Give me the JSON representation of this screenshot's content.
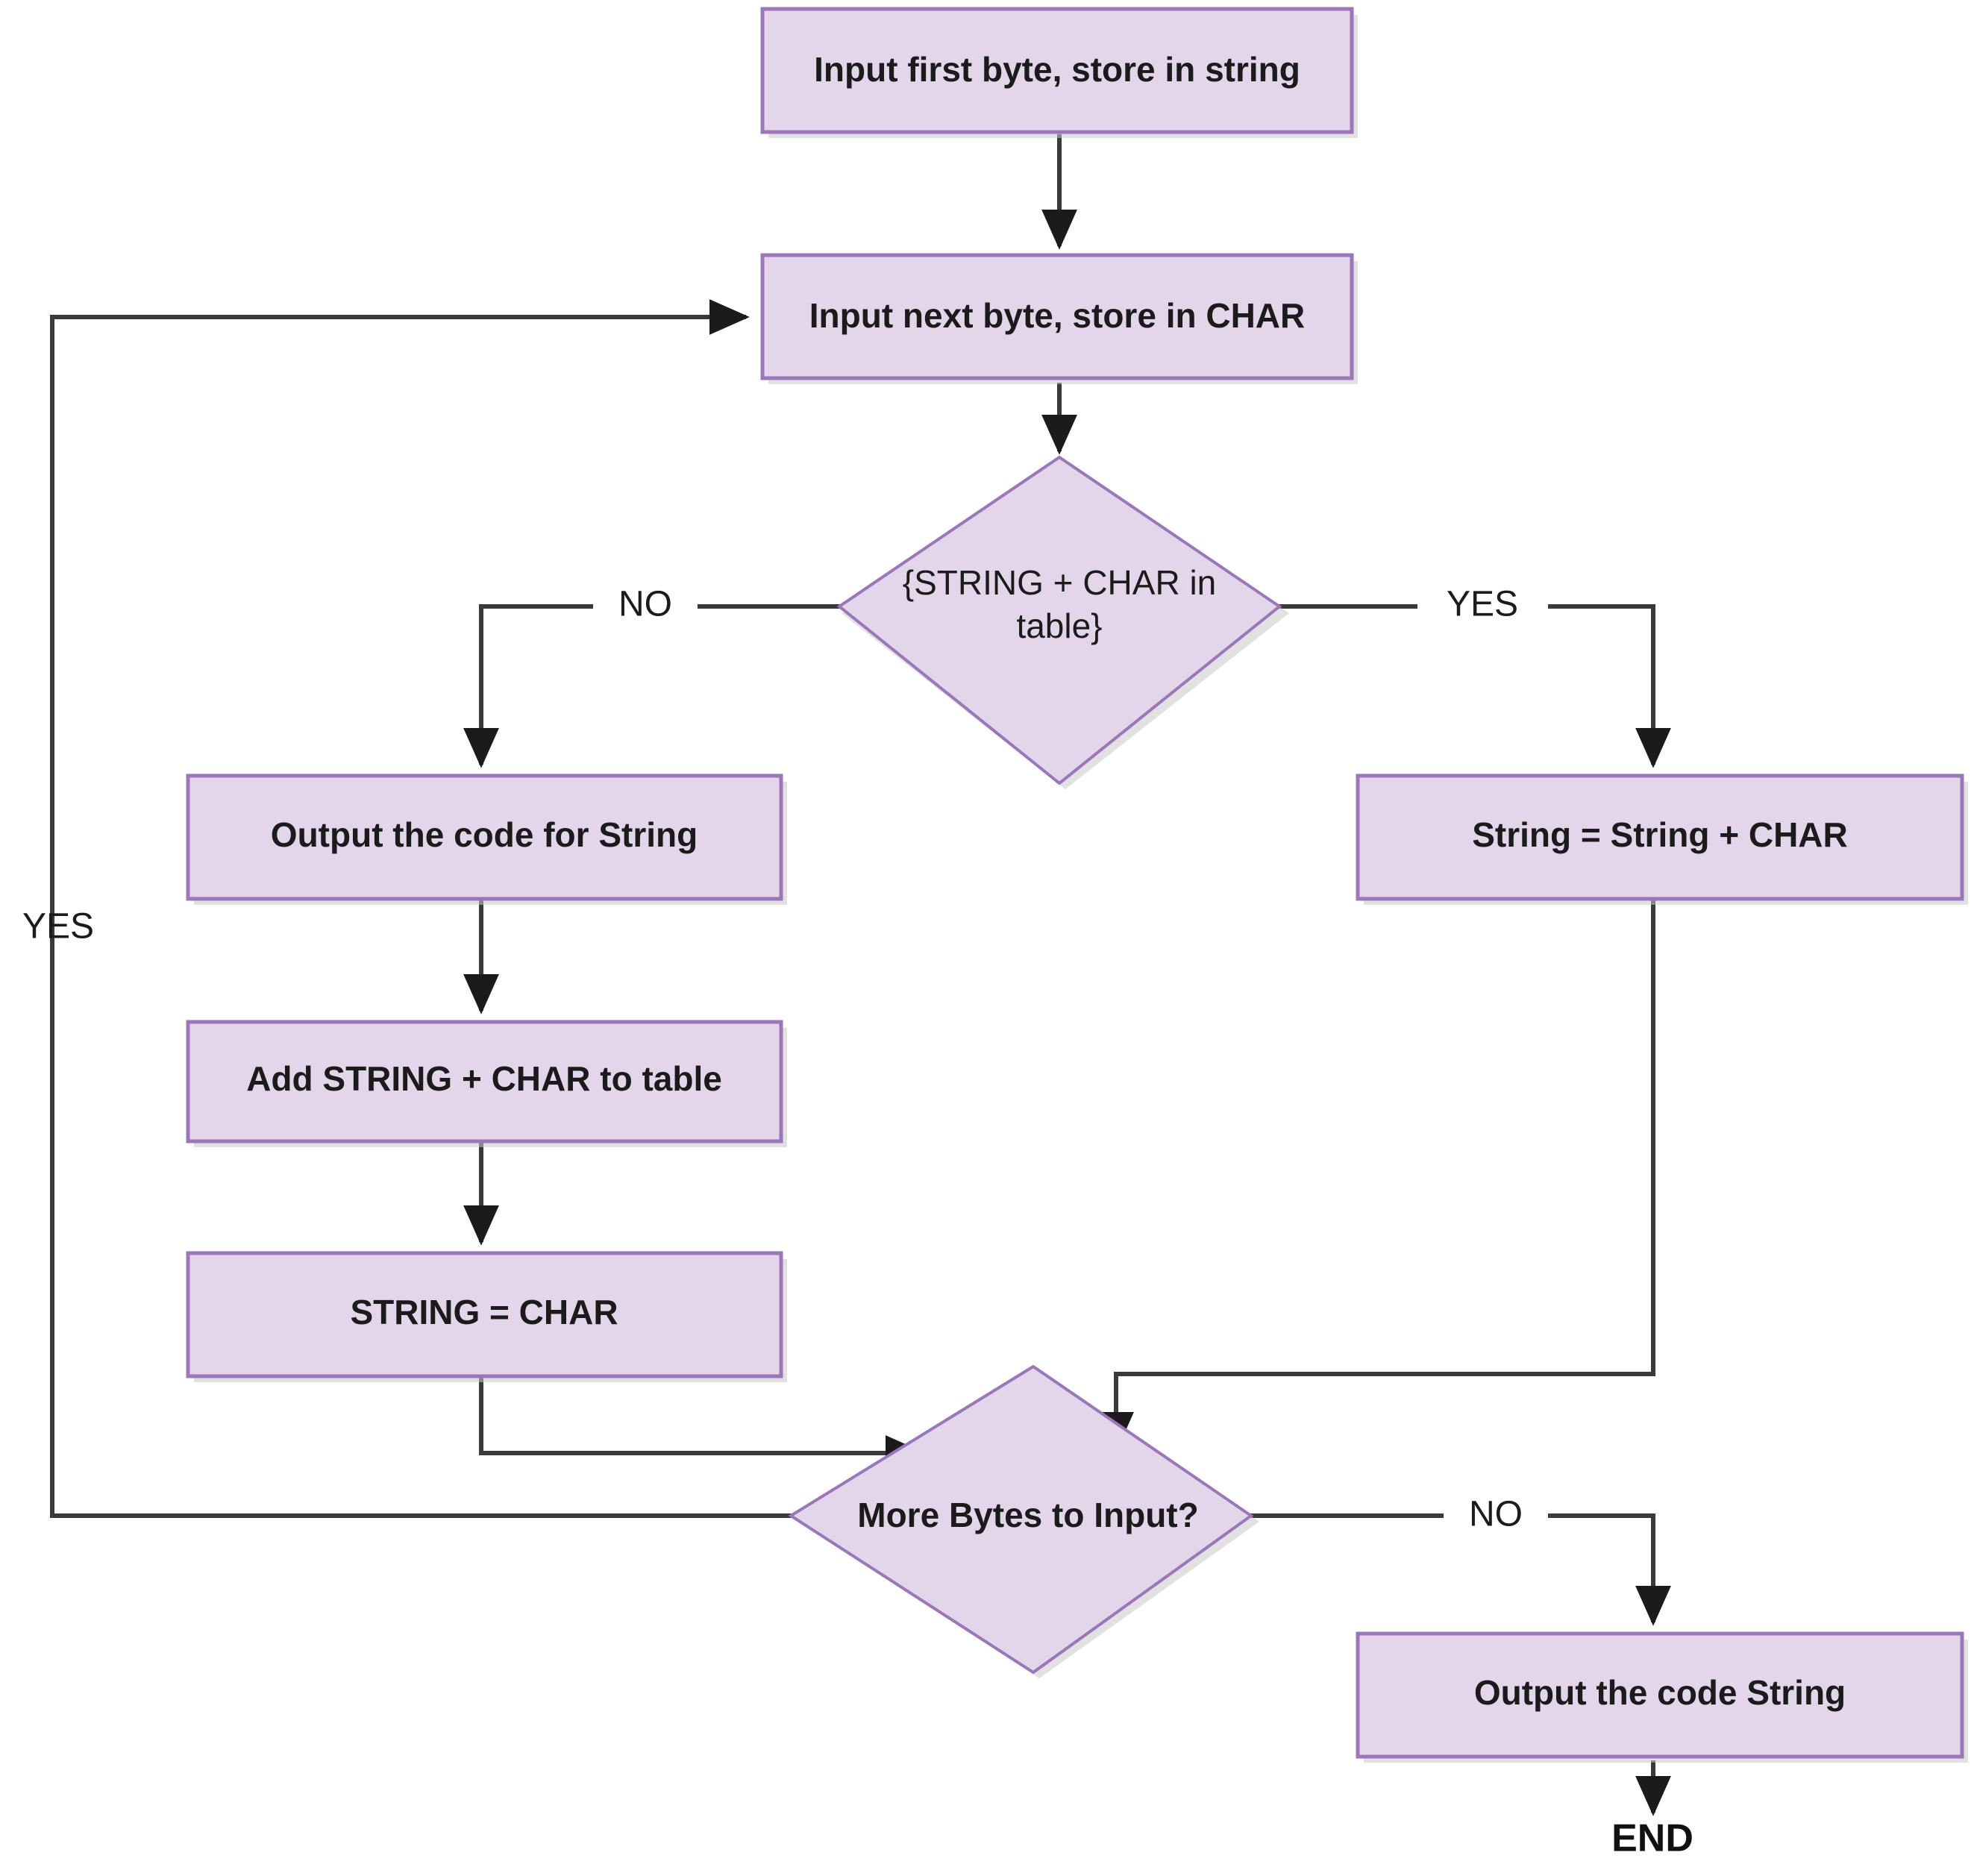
{
  "diagram": {
    "title": "LZW Compression Flowchart",
    "style": {
      "node_fill": "#e4d6ea",
      "node_border": "#9b76b8",
      "edge_color": "#3a3a3a",
      "text_color": "#1b1b1b",
      "background": "#ffffff"
    },
    "nodes": [
      {
        "id": "input-first-byte",
        "shape": "process",
        "label": "Input first byte, store in string"
      },
      {
        "id": "input-next-byte",
        "shape": "process",
        "label": "Input next byte, store in CHAR"
      },
      {
        "id": "string-char-in-table",
        "shape": "decision",
        "label_line1": "{STRING + CHAR in",
        "label_line2": "table}"
      },
      {
        "id": "output-code-for-string",
        "shape": "process",
        "label": "Output the code for String"
      },
      {
        "id": "add-string-char-to-table",
        "shape": "process",
        "label": "Add STRING + CHAR to table"
      },
      {
        "id": "string-equals-char",
        "shape": "process",
        "label": "STRING = CHAR"
      },
      {
        "id": "string-equals-string-plus-char",
        "shape": "process",
        "label": "String = String + CHAR"
      },
      {
        "id": "more-bytes-to-input",
        "shape": "decision",
        "label": "More Bytes to Input?"
      },
      {
        "id": "output-code-string",
        "shape": "process",
        "label": "Output the code String"
      },
      {
        "id": "end-terminator",
        "shape": "terminator",
        "label": "END"
      }
    ],
    "edge_labels": {
      "decision_no": "NO",
      "decision_yes": "YES",
      "loop_yes": "YES",
      "more_bytes_no": "NO"
    }
  }
}
